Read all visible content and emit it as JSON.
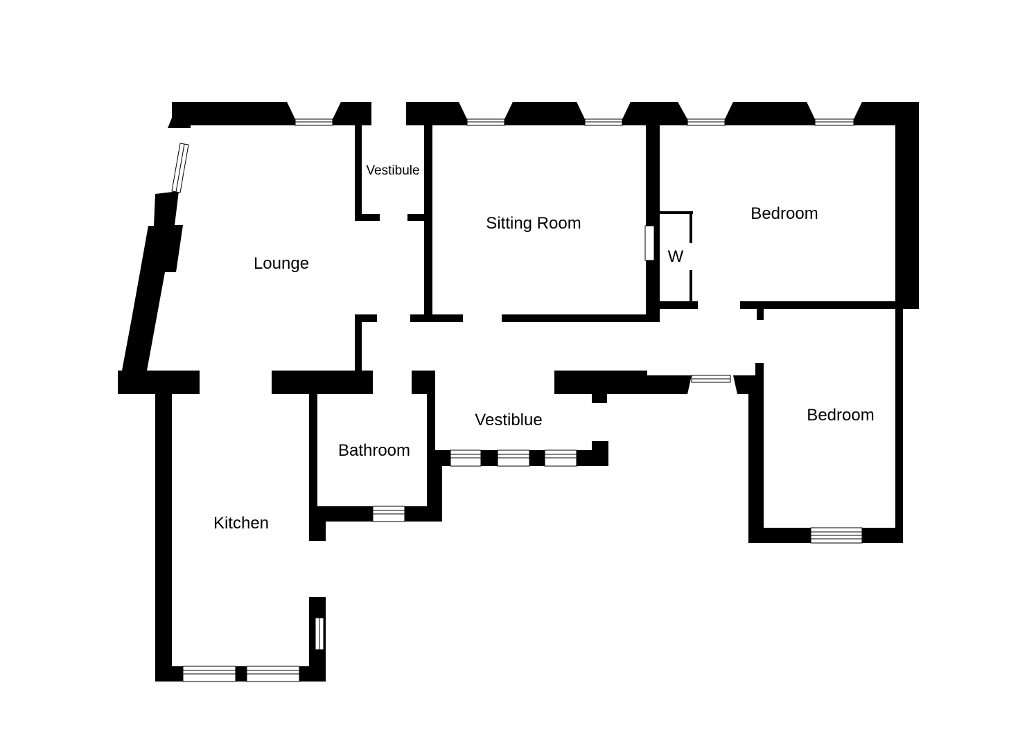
{
  "rooms": {
    "lounge": "Lounge",
    "vestibule_top": "Vestibule",
    "sitting_room": "Sitting Room",
    "bedroom_1": "Bedroom",
    "wardrobe": "W",
    "bedroom_2": "Bedroom",
    "bathroom": "Bathroom",
    "vestibule_bottom": "Vestiblue",
    "kitchen": "Kitchen"
  },
  "colors": {
    "wall": "#000000",
    "background": "#ffffff"
  }
}
